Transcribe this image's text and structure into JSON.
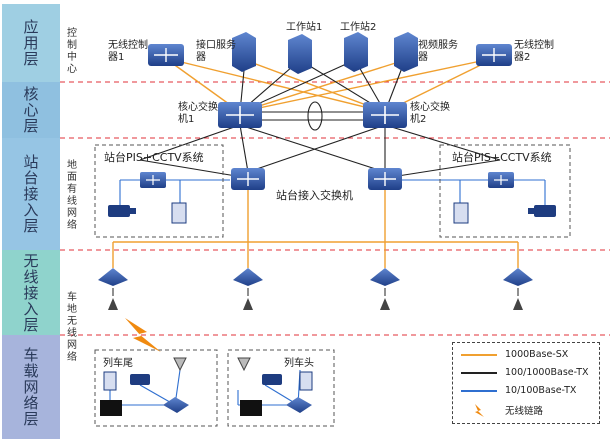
{
  "layers": [
    {
      "id": "app",
      "label": "应用层",
      "color": "#9fcfe3"
    },
    {
      "id": "core",
      "label": "核心层",
      "color": "#8fc0e0"
    },
    {
      "id": "station",
      "label": "站台接入层",
      "color": "#96c5e4"
    },
    {
      "id": "wireless",
      "label": "无线接入层",
      "color": "#8fd3cc"
    },
    {
      "id": "onboard",
      "label": "车载网络层",
      "color": "#a7b4dc"
    }
  ],
  "side_labels": {
    "control_center": "控制中心",
    "ground_network": "地面有线网络",
    "train_ground_network": "车地无线网络"
  },
  "nodes": {
    "wlc1": "无线控制器1",
    "if_server": "接口服务器",
    "ws1": "工作站1",
    "ws2": "工作站2",
    "video_server": "视频服务器",
    "wlc2": "无线控制器2",
    "core1": "核心交换机1",
    "core2": "核心交换机2",
    "station_switch": "站台接入交换机"
  },
  "subsystems": {
    "station_left": "站台PIS+CCTV系统",
    "station_right": "站台PIS+CCTV系统",
    "train_tail": "列车尾",
    "train_head": "列车头"
  },
  "legend": [
    {
      "label": "1000Base-SX",
      "color": "#f0a030",
      "kind": "line"
    },
    {
      "label": "100/1000Base-TX",
      "color": "#222222",
      "kind": "line"
    },
    {
      "label": "10/100Base-TX",
      "color": "#2f6fd0",
      "kind": "line"
    },
    {
      "label": "无线链路",
      "color": "#f08a10",
      "kind": "bolt"
    }
  ],
  "colors": {
    "dashed_separator": "#e0303a",
    "device_blue": "#2b4f9a",
    "fiber": "#f0a030",
    "copper": "#222222",
    "ethernet": "#2f6fd0"
  }
}
